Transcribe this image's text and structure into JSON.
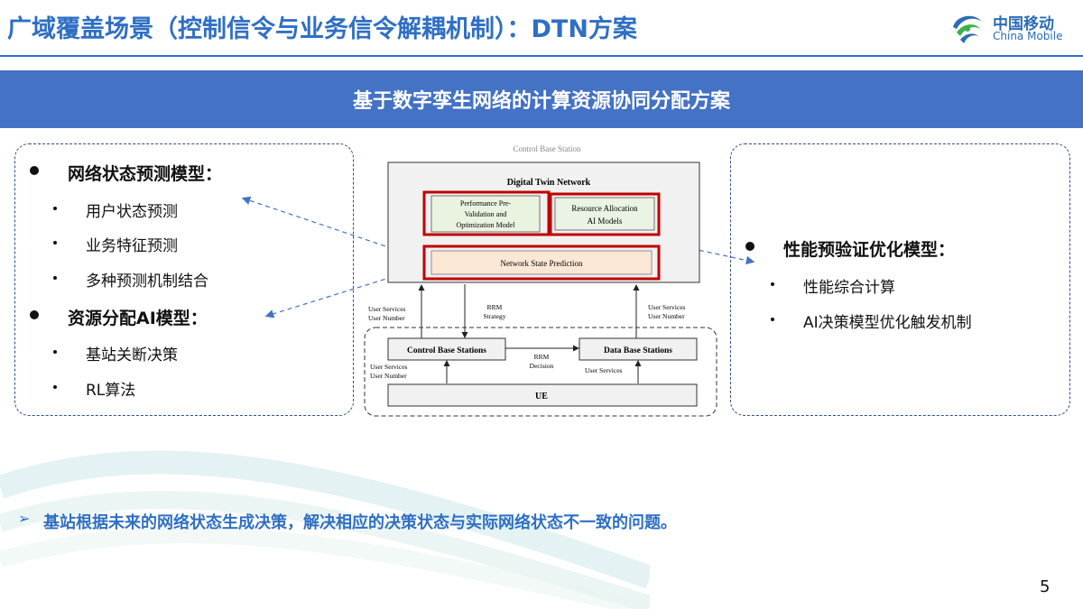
{
  "slide": {
    "title": "广域覆盖场景（控制信令与业务信令解耦机制）：DTN方案",
    "page_number": "5"
  },
  "logo": {
    "cn": "中国移动",
    "en": "China Mobile",
    "icon": "china-mobile-logo-icon"
  },
  "banner": {
    "text": "基于数字孪生网络的计算资源协同分配方案"
  },
  "left_panel": {
    "group1": {
      "title": "网络状态预测模型：",
      "items": [
        "用户状态预测",
        "业务特征预测",
        "多种预测机制结合"
      ]
    },
    "group2": {
      "title": "资源分配AI模型：",
      "items": [
        "基站关断决策",
        "RL算法"
      ]
    }
  },
  "right_panel": {
    "group1": {
      "title": "性能预验证优化模型：",
      "items": [
        "性能综合计算",
        "AI决策模型优化触发机制"
      ]
    }
  },
  "diagram": {
    "control_base_station_label": "Control Base Station",
    "digital_twin_label": "Digital Twin Network",
    "perf_box": [
      "Performance Pre-",
      "Validation and",
      "Optimization Model"
    ],
    "resource_box": [
      "Resource Allocation",
      "AI Models"
    ],
    "nsp_box": "Network State Prediction",
    "left_input": [
      "User Services",
      "User Number"
    ],
    "rrm_strategy": [
      "RRM",
      "Strategy"
    ],
    "right_input": [
      "User Services",
      "User Number"
    ],
    "cbs_box": "Control Base Stations",
    "dbs_box": "Data Base Stations",
    "rrm_decision": [
      "RRM",
      "Decision"
    ],
    "lower_left": [
      "User Services",
      "User Number"
    ],
    "lower_right": "User Services",
    "ue_box": "UE"
  },
  "conclusion": {
    "text": "基站根据未来的网络状态生成决策，解决相应的决策状态与实际网络状态不一致的问题。"
  },
  "colors": {
    "accent": "#2f6fc4",
    "banner": "#4472c4",
    "highlight": "#c00000"
  }
}
